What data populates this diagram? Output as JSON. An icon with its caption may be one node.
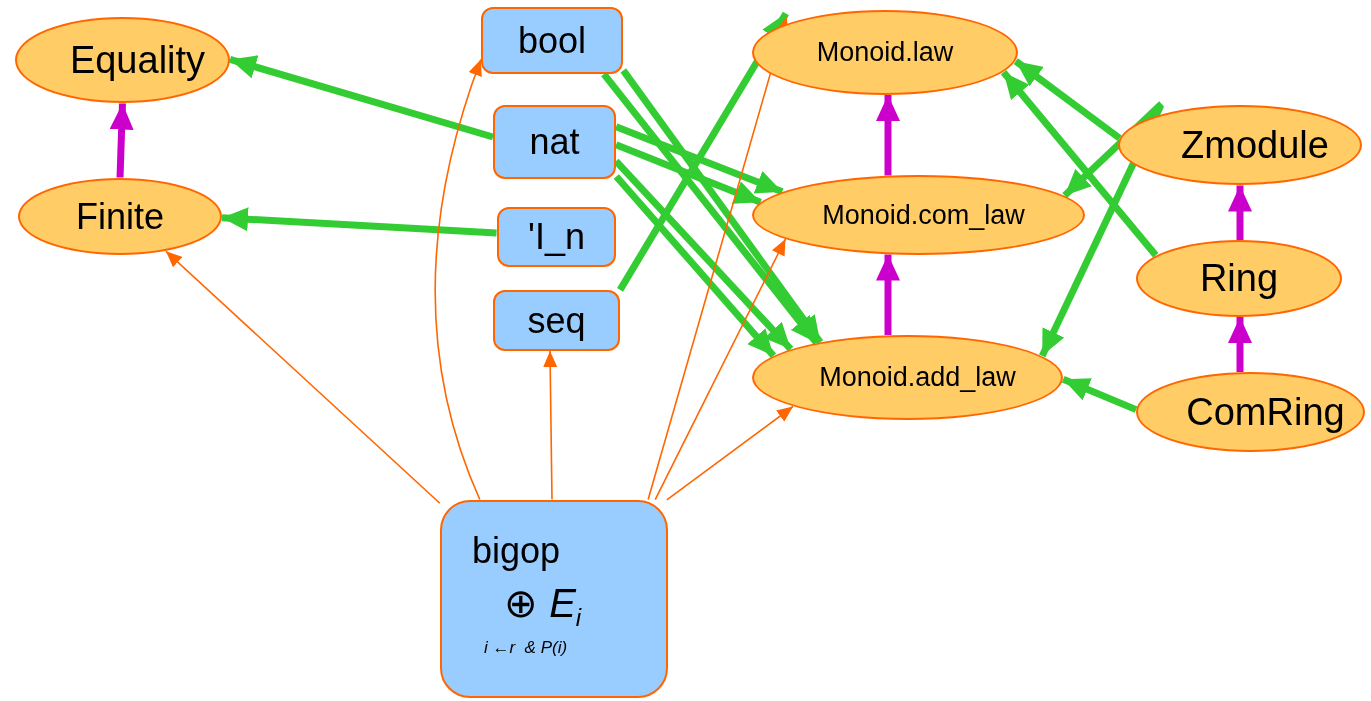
{
  "diagram": {
    "nodes": [
      {
        "text": [
          "Equality"
        ]
      },
      {
        "text": [
          "Finite"
        ]
      },
      {
        "text": [
          "bool"
        ]
      },
      {
        "text": [
          "nat"
        ]
      },
      {
        "text": [
          "'I_n"
        ]
      },
      {
        "text": [
          "seq"
        ]
      },
      {
        "text": [
          "Monoid.law"
        ]
      },
      {
        "text": [
          "Monoid.com_law"
        ]
      },
      {
        "text": [
          "Monoid.add_law"
        ]
      },
      {
        "text": [
          "Zmodule"
        ]
      },
      {
        "text": [
          "Ring"
        ]
      },
      {
        "text": [
          "ComRing"
        ]
      },
      {
        "text": [
          "bigop",
          "⊕ *E*$_{i}$",
          "i ←r  & P(i)"
        ]
      }
    ],
    "edges": [
      {
        "from": 3,
        "to": 0,
        "arrow": "to"
      },
      {
        "from": 4,
        "to": 1,
        "arrow": "to"
      },
      {
        "from": 2,
        "to": 8,
        "arrow": "to"
      },
      {
        "from": 2,
        "to": 8,
        "arrow": "to"
      },
      {
        "from": 3,
        "to": 7,
        "arrow": "to"
      },
      {
        "from": 3,
        "to": 7,
        "arrow": "to"
      },
      {
        "from": 3,
        "to": 8,
        "arrow": "to"
      },
      {
        "from": 3,
        "to": 8,
        "arrow": "to"
      },
      {
        "from": 5,
        "to": 6,
        "arrow": "to"
      },
      {
        "from": 9,
        "to": 6,
        "arrow": "to"
      },
      {
        "from": 9,
        "to": 7,
        "arrow": "to"
      },
      {
        "from": 9,
        "to": 8,
        "arrow": "to"
      },
      {
        "from": 10,
        "to": 6,
        "arrow": "to"
      },
      {
        "from": 11,
        "to": 8,
        "arrow": "to"
      },
      {
        "from": 1,
        "to": 0,
        "arrow": "to",
        "color": "#cc00cc"
      },
      {
        "from": 7,
        "to": 6,
        "arrow": "to",
        "color": "#cc00cc"
      },
      {
        "from": 8,
        "to": 7,
        "arrow": "to",
        "color": "#cc00cc"
      },
      {
        "from": 10,
        "to": 9,
        "arrow": "to",
        "color": "#cc00cc"
      },
      {
        "from": 11,
        "to": 10,
        "arrow": "to",
        "color": "#cc00cc"
      },
      {
        "from": 12,
        "to": 1,
        "arrow": "to",
        "color": "#ff6600"
      },
      {
        "from": 12,
        "to": 2,
        "arrow": "to",
        "color": "#ff6600"
      },
      {
        "from": 12,
        "to": 5,
        "arrow": "to",
        "color": "#ff6600"
      },
      {
        "from": 12,
        "to": 6,
        "arrow": "to",
        "color": "#ff6600"
      },
      {
        "from": 12,
        "to": 7,
        "arrow": "to",
        "color": "#ff6600"
      },
      {
        "from": 12,
        "to": 8,
        "arrow": "to",
        "color": "#ff6600"
      }
    ]
  }
}
